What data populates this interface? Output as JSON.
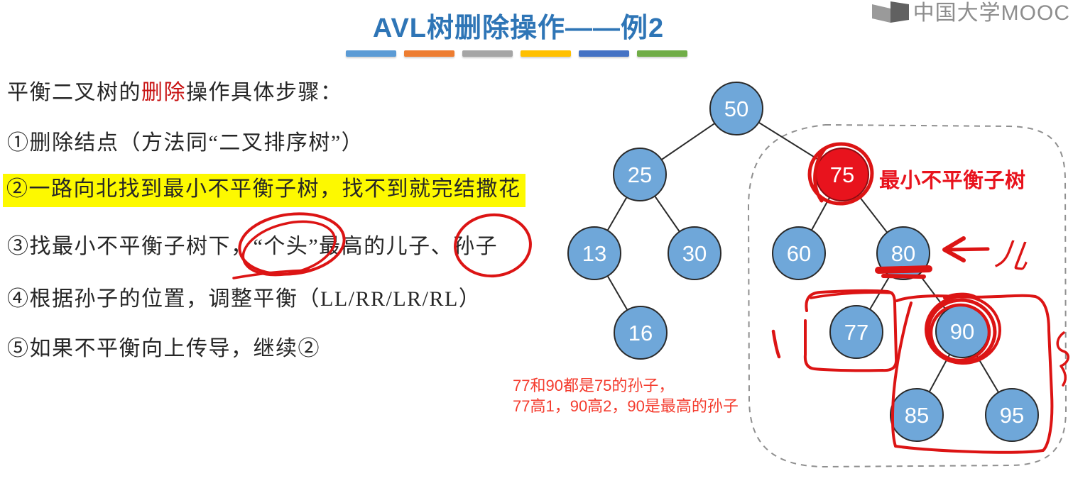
{
  "logo": {
    "text": "中国大学MOOC"
  },
  "title": {
    "text": "AVL树删除操作——例2",
    "color": "#2e75b6"
  },
  "divider_bars": [
    "#5b9bd5",
    "#ed7d31",
    "#a5a5a5",
    "#ffc000",
    "#4472c4",
    "#70ad47"
  ],
  "steps": {
    "intro": {
      "prefix": "平衡二叉树的",
      "highlight": "删除",
      "suffix": "操作具体步骤："
    },
    "step1": "①删除结点（方法同“二叉排序树”）",
    "step2": "②一路向北找到最小不平衡子树，找不到就完结撒花",
    "step3": {
      "prefix": "③找最小不平衡子树下，",
      "circled1": "“个头”",
      "mid": "最高的儿子、",
      "circled2": "孙子"
    },
    "step4": "④根据孙子的位置，调整平衡（LL/RR/LR/RL）",
    "step5": "⑤如果不平衡向上传导，继续②"
  },
  "tree": {
    "nodes": [
      {
        "value": "50"
      },
      {
        "value": "25"
      },
      {
        "value": "75",
        "state": "min-unbalanced-root"
      },
      {
        "value": "13"
      },
      {
        "value": "30"
      },
      {
        "value": "16"
      },
      {
        "value": "60"
      },
      {
        "value": "80"
      },
      {
        "value": "77"
      },
      {
        "value": "90"
      },
      {
        "value": "85"
      },
      {
        "value": "95"
      }
    ],
    "edges": [
      [
        "50",
        "25"
      ],
      [
        "50",
        "75"
      ],
      [
        "25",
        "13"
      ],
      [
        "25",
        "30"
      ],
      [
        "13",
        "16"
      ],
      [
        "75",
        "60"
      ],
      [
        "75",
        "80"
      ],
      [
        "80",
        "77"
      ],
      [
        "80",
        "90"
      ],
      [
        "90",
        "85"
      ],
      [
        "90",
        "95"
      ]
    ],
    "highlighted_node": "75"
  },
  "annotations": {
    "min_unbalanced_label": "最小不平衡子树",
    "handwritten_char": "儿",
    "note_line1": "77和90都是75的孙子，",
    "note_line2": "77高1，90高2，90是最高的孙子",
    "colors": {
      "marker_red": "#dc1414",
      "label_red": "#e8131d",
      "note_red": "#f43b2d",
      "node_blue": "#6fa7d9",
      "node_red": "#e8131d",
      "highlight_yellow": "#fdf900"
    }
  }
}
